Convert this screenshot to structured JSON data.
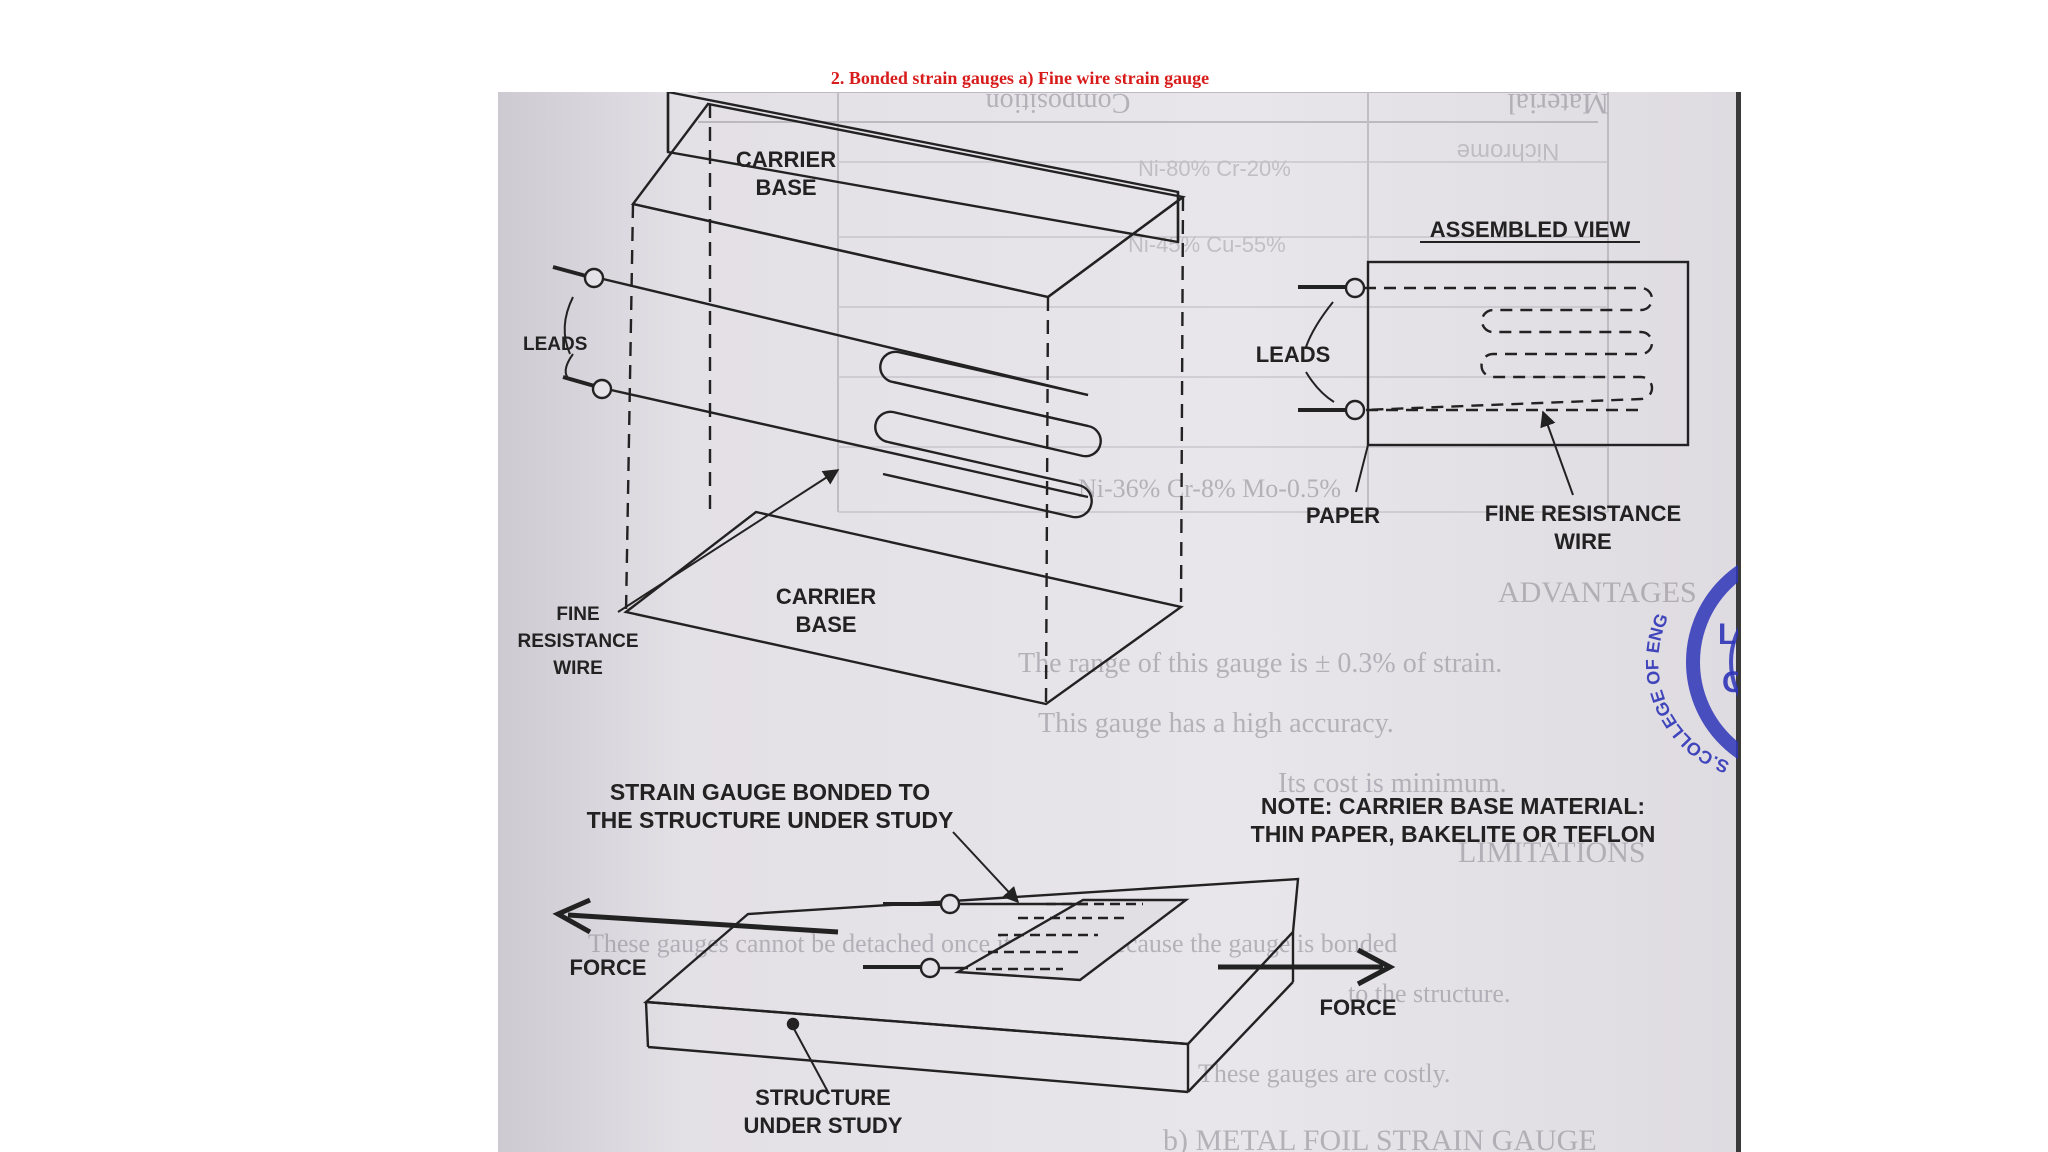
{
  "title": "2. Bonded strain gauges a) Fine wire  strain gauge",
  "figure": {
    "exploded_view": {
      "carrier_base_top": [
        "CARRIER",
        "BASE"
      ],
      "carrier_base_bottom": [
        "CARRIER",
        "BASE"
      ],
      "leads": "LEADS",
      "fine_resistance_wire": [
        "FINE",
        "RESISTANCE",
        "WIRE"
      ]
    },
    "assembled_view": {
      "heading": "ASSEMBLED VIEW",
      "leads": "LEADS",
      "paper": "PAPER",
      "fine_resistance_wire": [
        "FINE RESISTANCE",
        "WIRE"
      ]
    },
    "bonded_view": {
      "heading": [
        "STRAIN GAUGE BONDED TO",
        "THE STRUCTURE UNDER STUDY"
      ],
      "note": [
        "NOTE: CARRIER BASE MATERIAL:",
        "THIN PAPER, BAKELITE OR TEFLON"
      ],
      "force_left": "FORCE",
      "force_right": "FORCE",
      "structure": [
        "STRUCTURE",
        "UNDER STUDY"
      ]
    },
    "show_through_text": {
      "table_header": "Material",
      "table_header2": "Composition",
      "row1_material": "Nichrome",
      "row1_comp": "Ni-80% Cr-20%",
      "row2_comp": "Ni-45% Cu-55%",
      "row6_comp": "Ni-36% Cr-8% Mo-0.5%",
      "section1": "ADVANTAGES",
      "bullet1": "The range of this gauge is ± 0.3% of strain.",
      "bullet2": "This gauge has a high accuracy.",
      "bullet3": "Its cost is minimum.",
      "section2": "LIMITATIONS",
      "bullet4": "These gauges cannot be detached once it is fixed because the gauge is bonded",
      "bullet4b": "to the structure.",
      "bullet5": "These gauges are costly.",
      "section3": "b) METAL FOIL STRAIN GAUGE"
    },
    "stamp_text": "S.COLLEGE OF ENG",
    "colors": {
      "title": "#d81c1c",
      "paper": "#dcd9e0",
      "ink": "#222222",
      "stamp": "#2f35b8"
    }
  }
}
